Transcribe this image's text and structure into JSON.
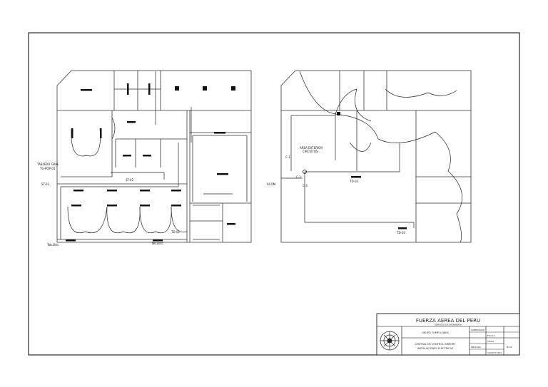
{
  "title_block": {
    "organization": "FUERZA AEREA DEL PERU",
    "subtitle": "SERVICIO DE INGENIERIA",
    "location": "GRUPO TUMPI LOBOS",
    "project": "CENTRAL DE CONTROL AIRPORT",
    "drawing_title": "INSTALACIONES ELECTRICAS",
    "cells": [
      "SUPERVISION",
      "ESCALA",
      "FECHA",
      "INDICADA",
      "AGOSTO 2003",
      "IE-01"
    ]
  },
  "left_plan": {
    "labels": {
      "feed_box": "TABLERO GRAL.",
      "feed_note": "TG-POP-01",
      "point_1": "ST-01",
      "point_2": "ST-02",
      "panel": "TD-01",
      "bottom_left": "Tab.Dist.",
      "bottom_right": "Tab.Dist."
    }
  },
  "right_plan": {
    "labels": {
      "area_note": "AREA EXTERIOR",
      "area_note_2": "CIRCUITOS",
      "feed": "ACOM.",
      "circuit_1": "C-1",
      "circuit_2": "C-2",
      "circuit_3": "C-3",
      "box_1": "TD-02",
      "box_2": "TD-03"
    }
  }
}
